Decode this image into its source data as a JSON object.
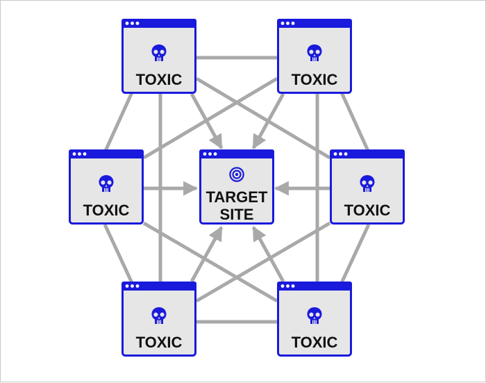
{
  "colors": {
    "border": "#1a1adc",
    "window_fill": "#e6e6e6",
    "edge": "#a9a9a9",
    "text": "#111111"
  },
  "toxic_label": "TOXIC",
  "toxic_icon": "skull-icon",
  "target": {
    "label_line1": "TARGET",
    "label_line2": "SITE",
    "icon": "bullseye-icon"
  }
}
